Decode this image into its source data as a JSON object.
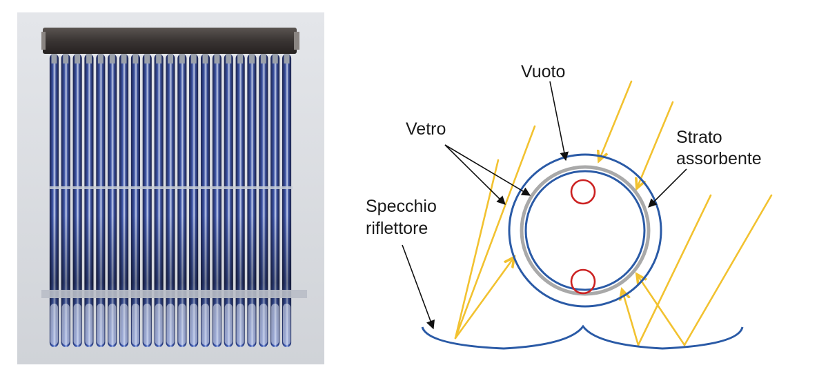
{
  "diagram": {
    "labels": {
      "vuoto": "Vuoto",
      "vetro": "Vetro",
      "strato_line1": "Strato",
      "strato_line2": "assorbente",
      "specchio_line1": "Specchio",
      "specchio_line2": "riflettore"
    },
    "colors": {
      "glass": "#2a5aa6",
      "absorber": "#a9a9a9",
      "pipe": "#cc2222",
      "sunray": "#f2c230",
      "mirror": "#2a5aa6",
      "text": "#1a1a1a"
    }
  },
  "photo": {
    "tube_count": 21,
    "colors": {
      "background": "#d9dbe0",
      "manifold": "#3a3533",
      "tube_glass": "#2e3e78",
      "frame": "#bfc3c9"
    }
  }
}
